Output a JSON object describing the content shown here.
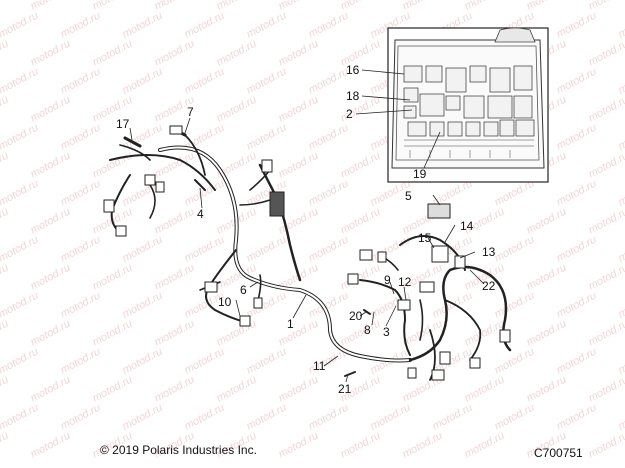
{
  "watermark": "motod.ru",
  "callouts": [
    "1",
    "2",
    "3",
    "4",
    "5",
    "6",
    "7",
    "8",
    "9",
    "10",
    "11",
    "12",
    "13",
    "14",
    "15",
    "16",
    "17",
    "18",
    "19",
    "20",
    "21",
    "22"
  ],
  "footer": {
    "copyright": "© 2019 Polaris Industries Inc.",
    "figure_id": "C700751"
  }
}
